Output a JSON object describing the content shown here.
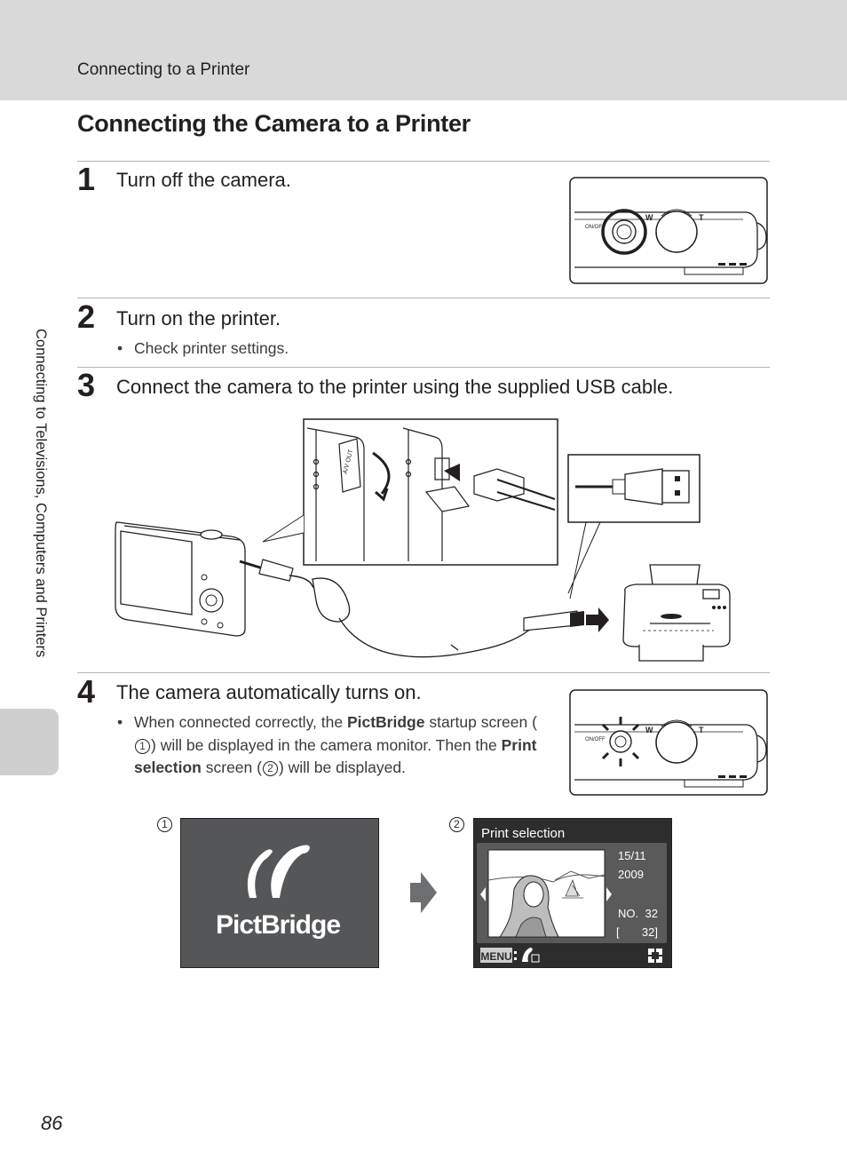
{
  "header": {
    "text": "Connecting to a Printer"
  },
  "section_title": "Connecting the Camera to a Printer",
  "side_tab_text": "Connecting to Televisions, Computers and Printers",
  "steps": [
    {
      "num": "1",
      "text": "Turn off the camera."
    },
    {
      "num": "2",
      "text": "Turn on the printer.",
      "bullet": "Check printer settings."
    },
    {
      "num": "3",
      "text": "Connect the camera to the printer using the supplied USB cable."
    },
    {
      "num": "4",
      "text": "The camera automatically turns on.",
      "bullet": {
        "p1": "When connected correctly, the ",
        "b1": "PictBridge",
        "p2": " startup screen (",
        "c1": "1",
        "p3": ") will be displayed in the camera monitor. Then the ",
        "b2": "Print selection",
        "p4": " screen (",
        "c2": "2",
        "p5": ") will be displayed."
      }
    }
  ],
  "camera_labels": {
    "on_off_1": "ON/OFF",
    "on_off_2": "ON/OFF",
    "w": "W",
    "t": "T",
    "av_out": "A/V OUT"
  },
  "screens": {
    "label_1": "1",
    "label_2": "2",
    "pictbridge_text": "PictBridge",
    "print_selection": {
      "title": "Print selection",
      "date_line1": "15/11",
      "date_line2": "2009",
      "no_label": "NO.",
      "no_value": "32",
      "count_open": "[",
      "count_value": "32]",
      "menu_label": "MENU"
    }
  },
  "page_number": "86"
}
